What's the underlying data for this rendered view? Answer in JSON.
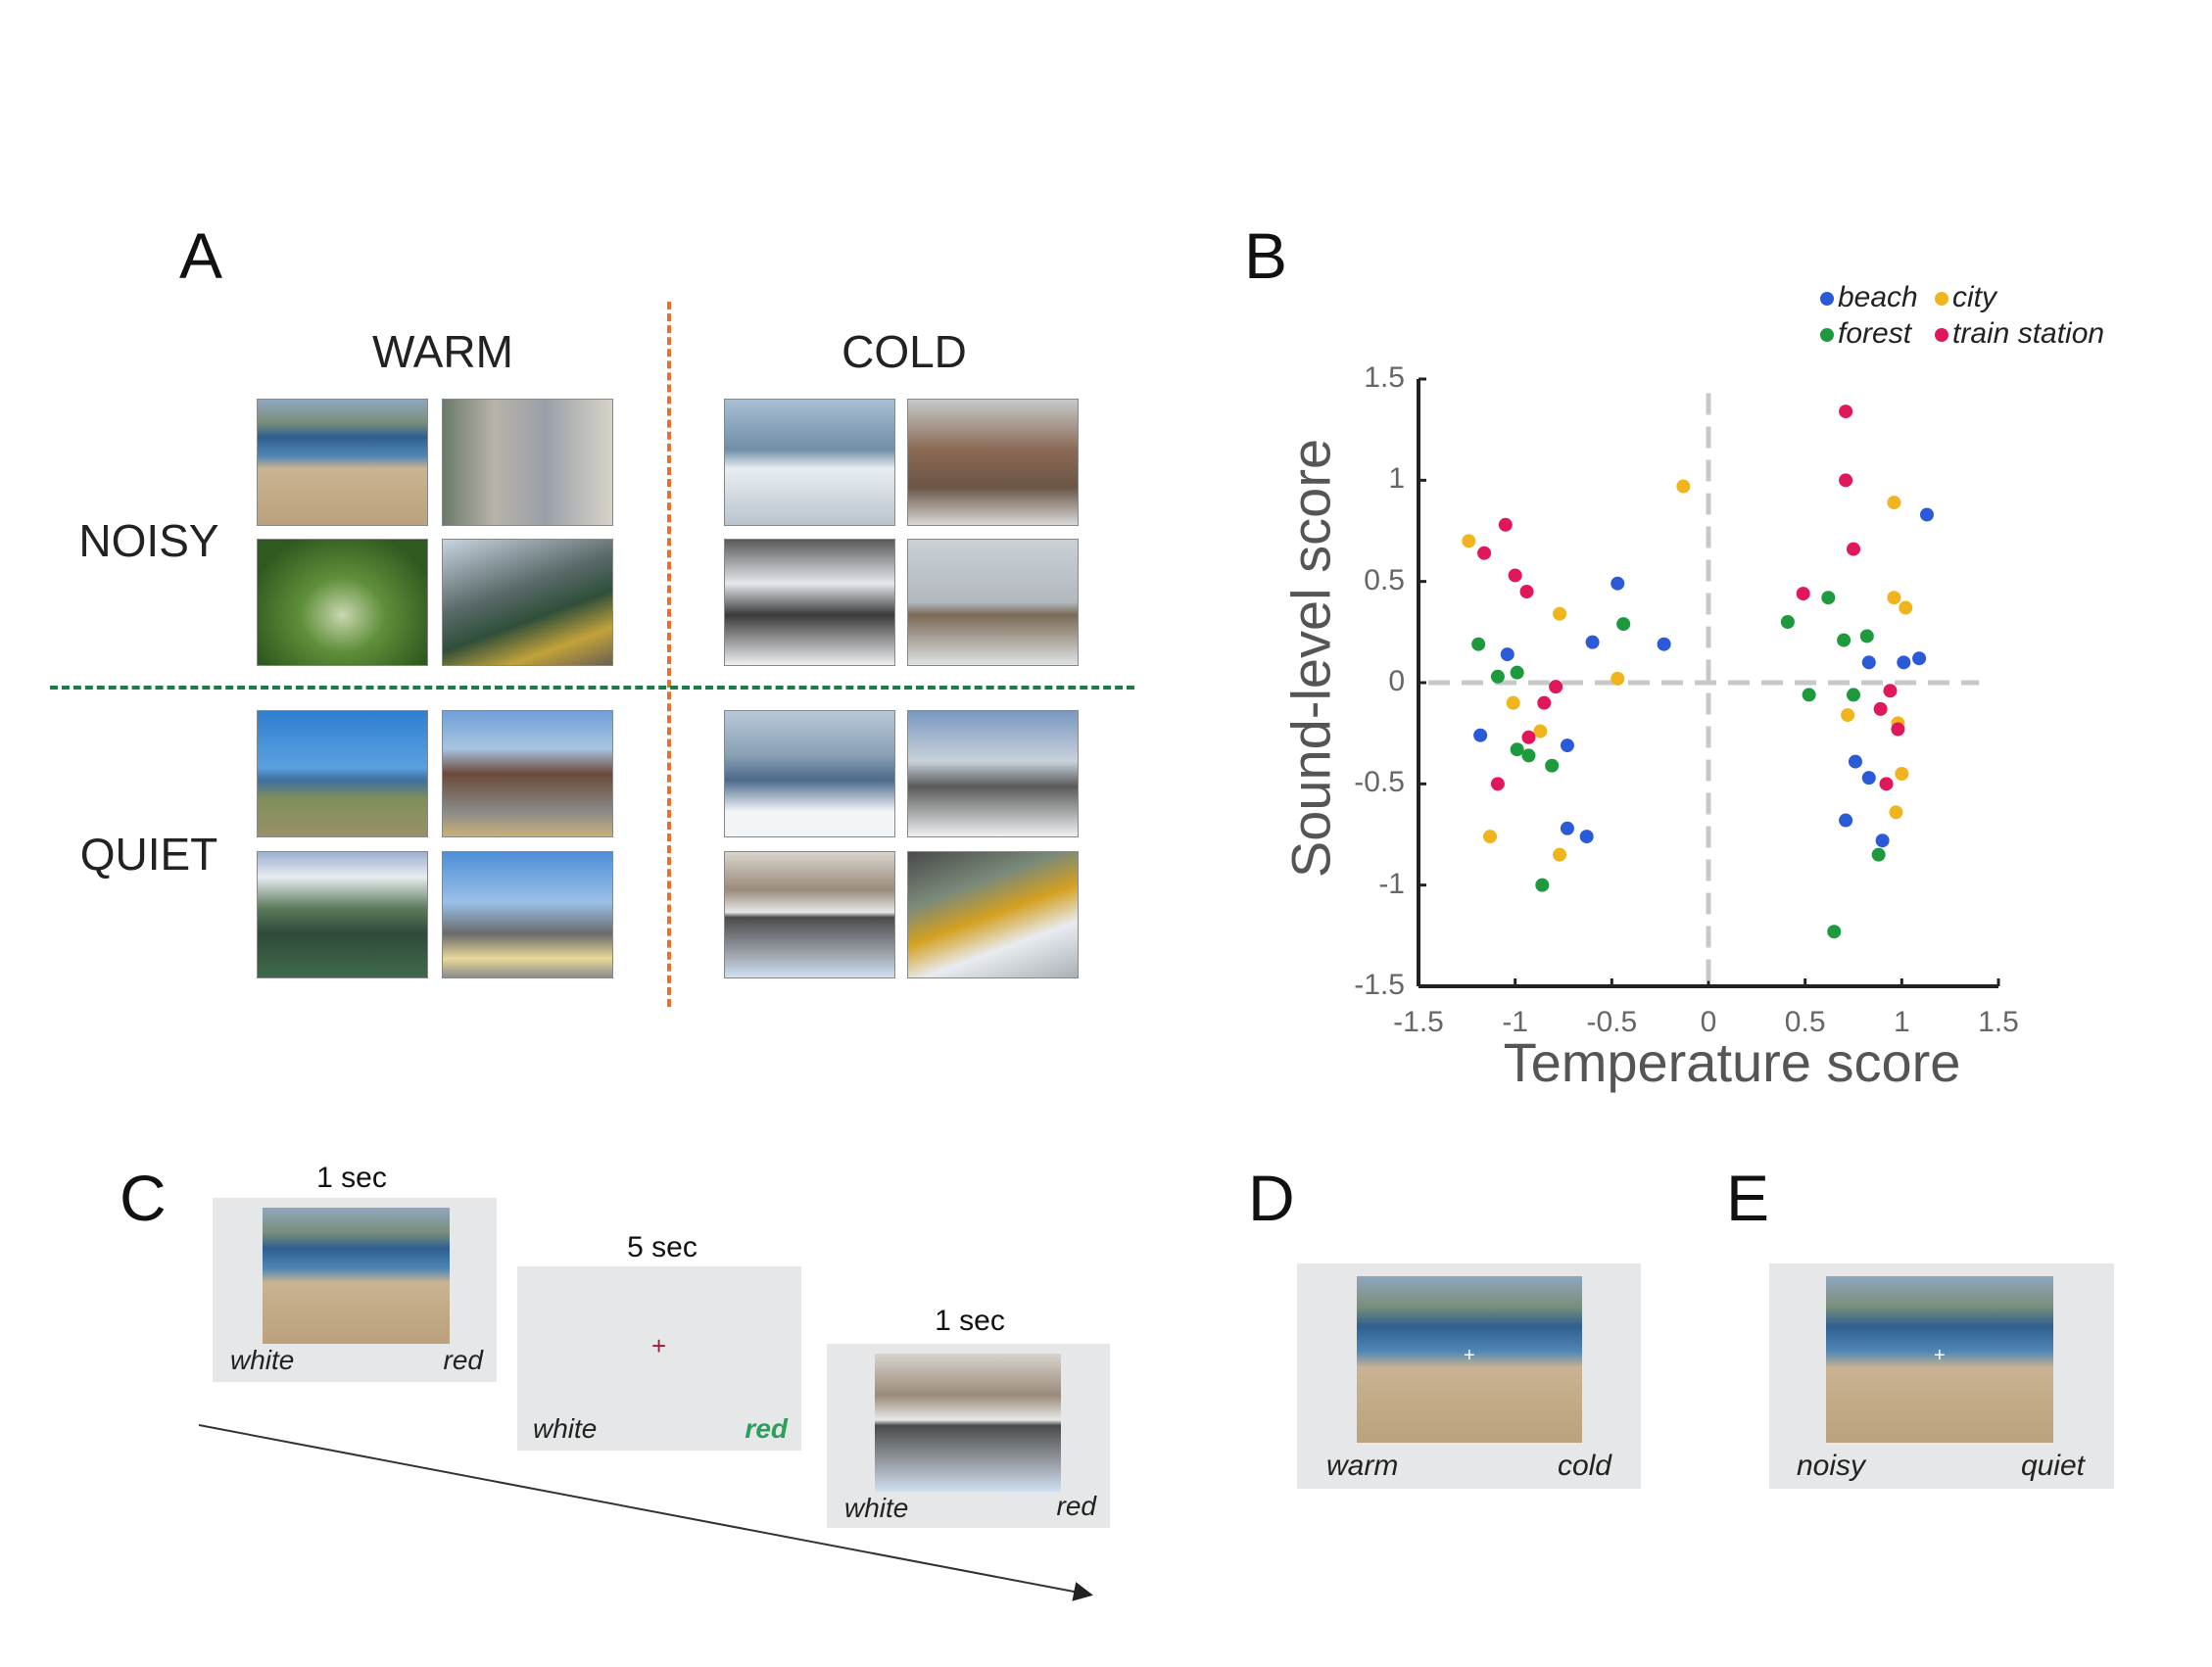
{
  "panel_a": {
    "label": "A",
    "col_headers": [
      "WARM",
      "COLD"
    ],
    "row_headers": [
      "NOISY",
      "QUIET"
    ],
    "divider_colors": {
      "vertical": "#e8702a",
      "horizontal": "#1e7a48"
    }
  },
  "panel_b": {
    "label": "B"
  },
  "panel_c": {
    "label": "C",
    "screens": [
      {
        "duration": "1 sec",
        "left": "white",
        "right": "red"
      },
      {
        "duration": "5 sec",
        "left": "white",
        "right": "red",
        "fixation": "+"
      },
      {
        "duration": "1 sec",
        "left": "white",
        "right": "red"
      }
    ],
    "highlight_color": "#2aa05a"
  },
  "panel_d": {
    "label": "D",
    "left": "warm",
    "right": "cold",
    "fixation": "+"
  },
  "panel_e": {
    "label": "E",
    "left": "noisy",
    "right": "quiet",
    "fixation": "+"
  },
  "chart_data": {
    "type": "scatter",
    "title": "",
    "xlabel": "Temperature score",
    "ylabel": "Sound-level score",
    "xlim": [
      -1.5,
      1.5
    ],
    "ylim": [
      -1.5,
      1.5
    ],
    "xticks": [
      "-1.5",
      "-1",
      "-0.5",
      "0",
      "0.5",
      "1",
      "1.5"
    ],
    "yticks": [
      "1.5",
      "1",
      "0.5",
      "0",
      "-0.5",
      "-1",
      "-1.5"
    ],
    "xtick_values": [
      -1.5,
      -1,
      -0.5,
      0,
      0.5,
      1,
      1.5
    ],
    "ytick_values": [
      1.5,
      1,
      0.5,
      0,
      -0.5,
      -1,
      -1.5
    ],
    "grid": false,
    "reference_lines": {
      "x": 0,
      "y": 0,
      "style": "dashed",
      "color": "#c8c8c8"
    },
    "legend_position": "top-right",
    "series": [
      {
        "name": "beach",
        "color": "#2a5ad8",
        "points": [
          [
            -1.18,
            -0.26
          ],
          [
            -1.04,
            0.14
          ],
          [
            -0.73,
            -0.31
          ],
          [
            -0.73,
            -0.72
          ],
          [
            -0.63,
            -0.76
          ],
          [
            -0.6,
            0.2
          ],
          [
            -0.47,
            0.49
          ],
          [
            -0.23,
            0.19
          ],
          [
            0.83,
            0.1
          ],
          [
            1.01,
            0.1
          ],
          [
            1.09,
            0.12
          ],
          [
            1.13,
            0.83
          ],
          [
            0.76,
            -0.39
          ],
          [
            0.83,
            -0.47
          ],
          [
            0.71,
            -0.68
          ],
          [
            0.9,
            -0.78
          ]
        ]
      },
      {
        "name": "city",
        "color": "#f0b51e",
        "points": [
          [
            -1.24,
            0.7
          ],
          [
            -0.77,
            0.34
          ],
          [
            -1.01,
            -0.1
          ],
          [
            -0.87,
            -0.24
          ],
          [
            -0.47,
            0.02
          ],
          [
            -1.13,
            -0.76
          ],
          [
            -0.77,
            -0.85
          ],
          [
            -0.13,
            0.97
          ],
          [
            0.96,
            0.89
          ],
          [
            0.96,
            0.42
          ],
          [
            1.02,
            0.37
          ],
          [
            0.72,
            -0.16
          ],
          [
            0.98,
            -0.2
          ],
          [
            1.0,
            -0.45
          ],
          [
            0.97,
            -0.64
          ]
        ]
      },
      {
        "name": "forest",
        "color": "#1e9a3e",
        "points": [
          [
            -1.19,
            0.19
          ],
          [
            -1.09,
            0.03
          ],
          [
            -0.99,
            0.05
          ],
          [
            -0.99,
            -0.33
          ],
          [
            -0.93,
            -0.36
          ],
          [
            -0.81,
            -0.41
          ],
          [
            -0.44,
            0.29
          ],
          [
            -0.86,
            -1.0
          ],
          [
            0.41,
            0.3
          ],
          [
            0.62,
            0.42
          ],
          [
            0.7,
            0.21
          ],
          [
            0.82,
            0.23
          ],
          [
            0.52,
            -0.06
          ],
          [
            0.75,
            -0.06
          ],
          [
            0.88,
            -0.85
          ],
          [
            0.65,
            -1.23
          ]
        ]
      },
      {
        "name": "train station",
        "color": "#e0185a",
        "points": [
          [
            -1.16,
            0.64
          ],
          [
            -1.05,
            0.78
          ],
          [
            -1.0,
            0.53
          ],
          [
            -0.94,
            0.45
          ],
          [
            -0.79,
            -0.02
          ],
          [
            -0.85,
            -0.1
          ],
          [
            -0.93,
            -0.27
          ],
          [
            -1.09,
            -0.5
          ],
          [
            0.71,
            1.34
          ],
          [
            0.71,
            1.0
          ],
          [
            0.75,
            0.66
          ],
          [
            0.49,
            0.44
          ],
          [
            0.94,
            -0.04
          ],
          [
            0.89,
            -0.13
          ],
          [
            0.98,
            -0.23
          ],
          [
            0.92,
            -0.5
          ]
        ]
      }
    ]
  }
}
